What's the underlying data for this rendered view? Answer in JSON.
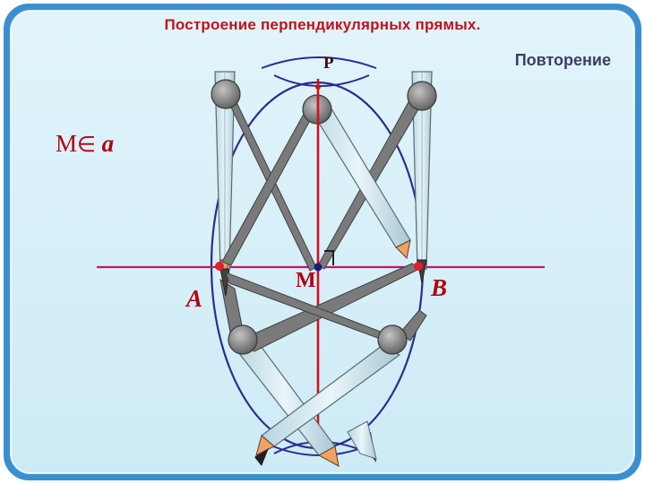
{
  "slide": {
    "title": "Построение перпендикулярных прямых.",
    "subtitle": "Повторение",
    "condition": {
      "point": "M",
      "symbol": "∈",
      "line": "a"
    }
  },
  "diagram": {
    "labels": {
      "p": "P",
      "m": "M",
      "a": "A",
      "b": "B"
    },
    "colors": {
      "frame": "#3a8fd0",
      "background": "#e6f6fc",
      "line_a": "#c8155e",
      "perpendicular": "#d0111a",
      "arcs": "#2b2b8f",
      "points": "#e0202a",
      "compass_leg": "#cfe6ef",
      "compass_arm": "#707070",
      "compass_hinge": "#8a8a8a",
      "label": "#b00010"
    },
    "icons": [
      "compass-icon",
      "right-angle-mark"
    ]
  }
}
